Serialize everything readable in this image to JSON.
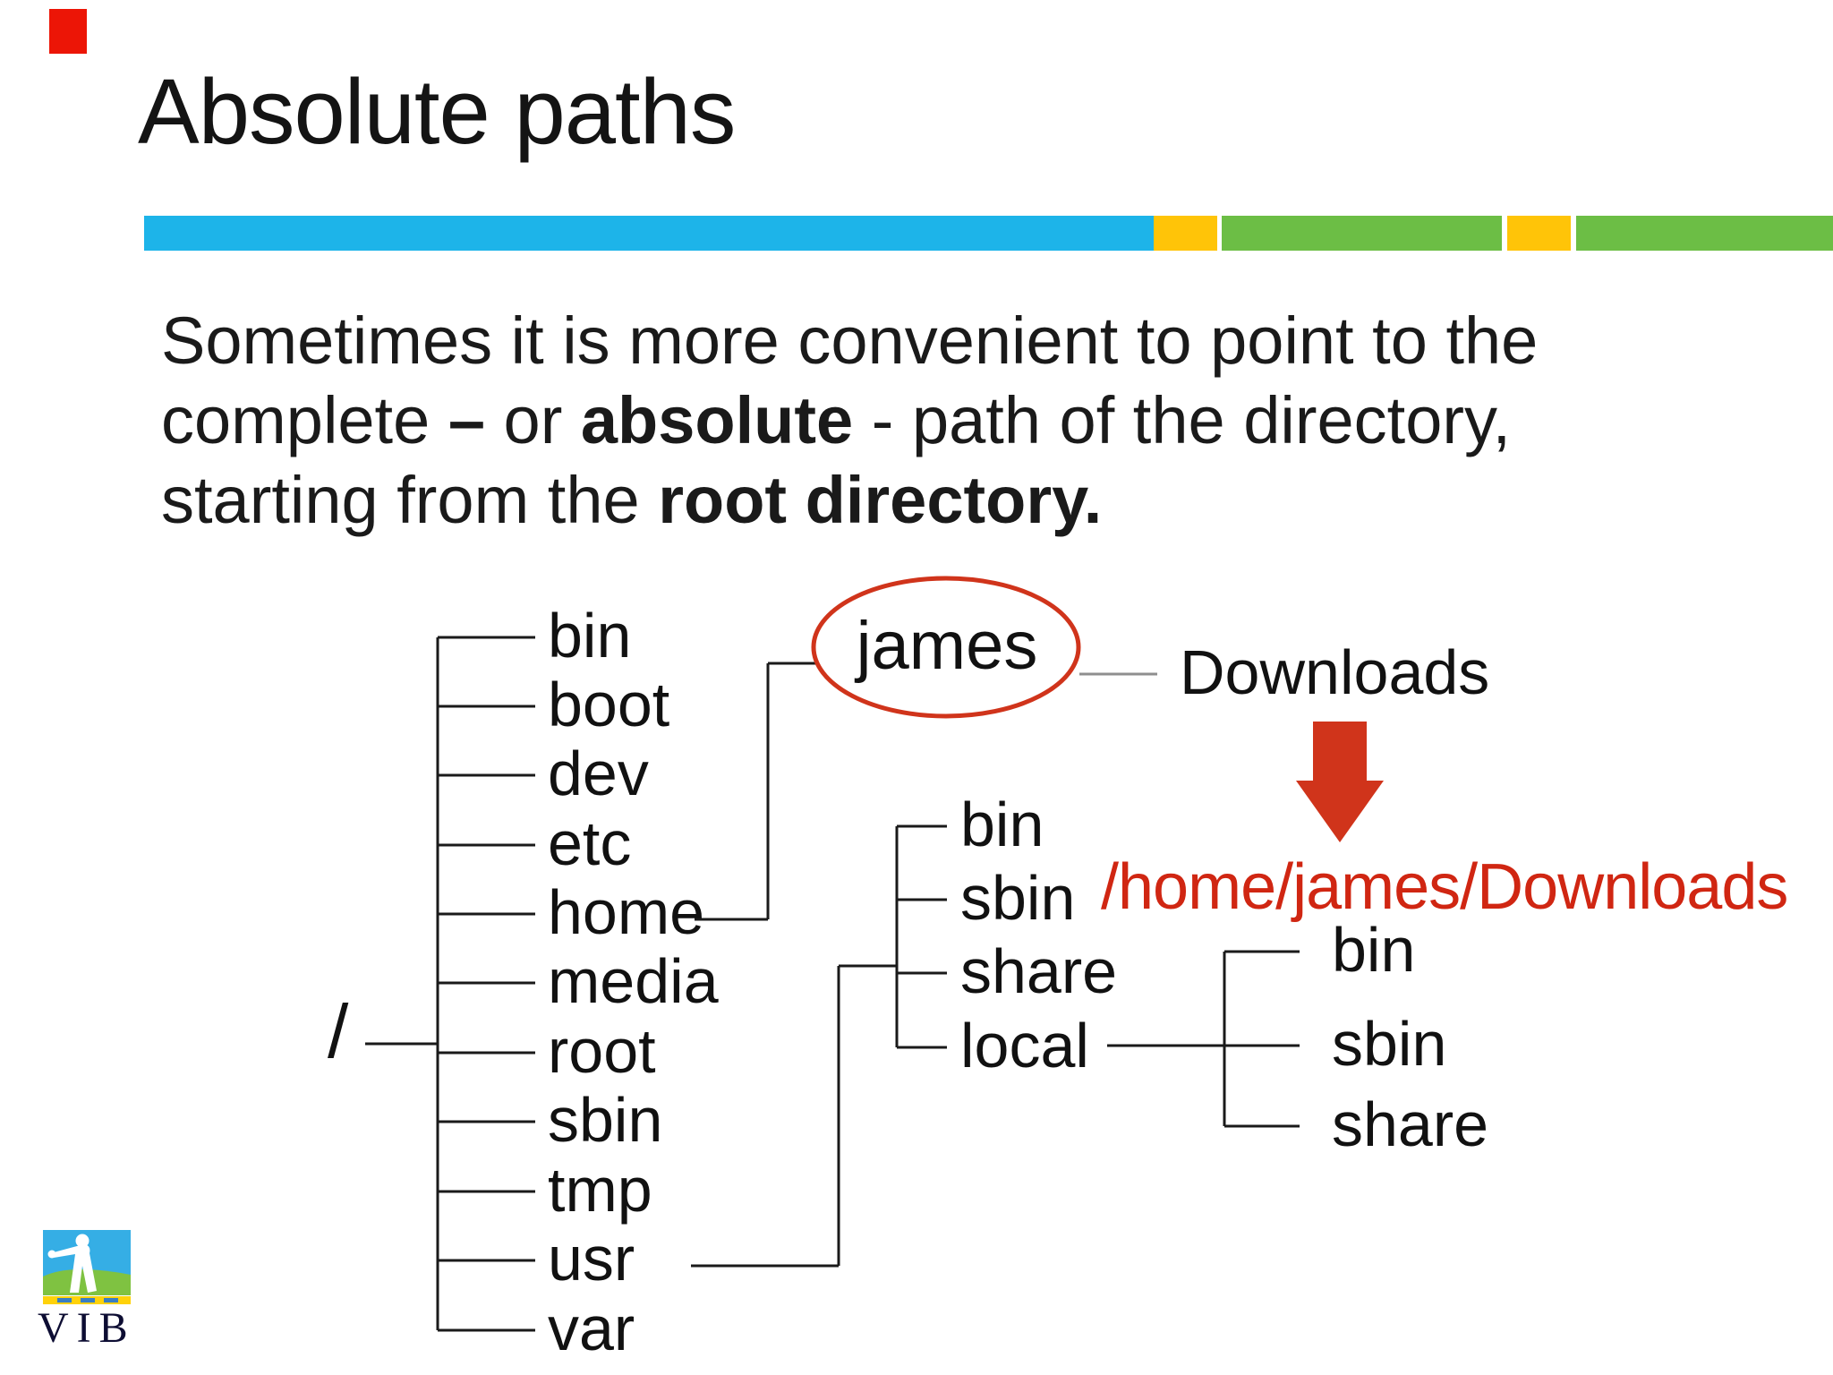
{
  "slide": {
    "title": "Absolute paths",
    "body_lines": [
      [
        {
          "t": "Sometimes it is more convenient to point to the",
          "b": false
        }
      ],
      [
        {
          "t": "complete ",
          "b": false
        },
        {
          "t": "–",
          "b": true
        },
        {
          "t": " or ",
          "b": false
        },
        {
          "t": "absolute",
          "b": true
        },
        {
          "t": " - path of the directory,",
          "b": false
        }
      ],
      [
        {
          "t": "starting from the ",
          "b": false
        },
        {
          "t": "root directory.",
          "b": true
        }
      ]
    ]
  },
  "tree": {
    "root_label": "/",
    "root_children": [
      "bin",
      "boot",
      "dev",
      "etc",
      "home",
      "media",
      "root",
      "sbin",
      "tmp",
      "usr",
      "var"
    ],
    "highlighted_dir": "james",
    "downloads_label": "Downloads",
    "absolute_path": "/home/james/Downloads",
    "usr_children": [
      "bin",
      "sbin",
      "share",
      "local"
    ],
    "local_children": [
      "bin",
      "sbin",
      "share"
    ]
  },
  "logo": {
    "text": "VIB"
  },
  "colors": {
    "accent_blue": "#1db4e9",
    "accent_yellow": "#ffc408",
    "accent_green": "#6cbe45",
    "highlight_red": "#d0341b",
    "path_red": "#d02612",
    "line_black": "#1a1a1a",
    "line_gray": "#8f8f8f"
  }
}
